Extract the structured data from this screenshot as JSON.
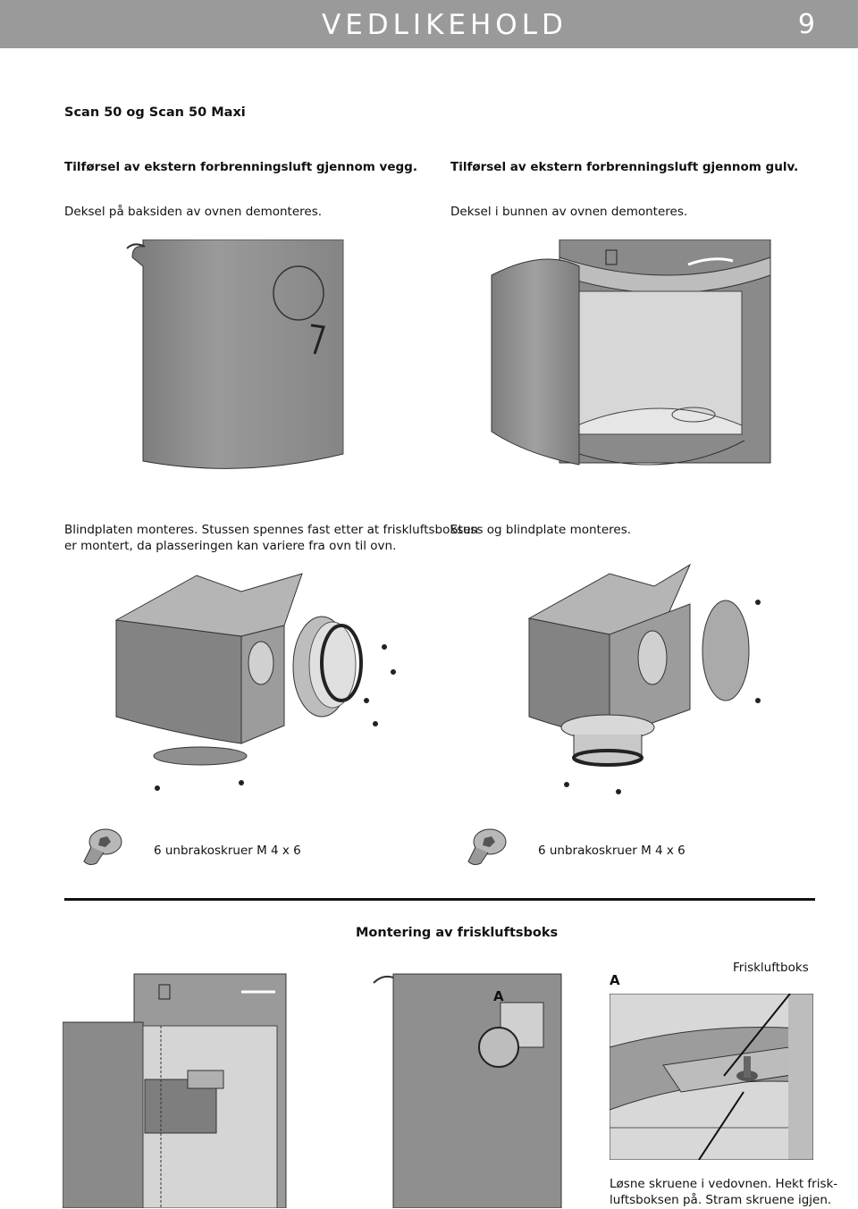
{
  "header": {
    "title": "VEDLIKEHOLD",
    "page_number": "9"
  },
  "section_title": "Scan 50 og Scan 50 Maxi",
  "left": {
    "heading": "Tilførsel av ekstern forbrenningsluft gjennom vegg.",
    "caption": "Deksel på baksiden av ovnen demonteres.",
    "step_line1": "Blindplaten monteres. Stussen spennes fast etter at friskluftsboksen",
    "step_line2": "er montert, da plasseringen kan variere fra ovn til ovn.",
    "screws": "6 unbrakoskruer  M 4 x 6"
  },
  "right": {
    "heading": "Tilførsel av ekstern forbrenningsluft gjennom gulv.",
    "caption": "Deksel i bunnen av ovnen demonteres.",
    "step": "Stuss og blindplate monteres.",
    "screws": "6 unbrakoskruer  M 4 x 6"
  },
  "mounting": {
    "title": "Montering av friskluftsboks",
    "marker_a": "A",
    "detail_label": "A",
    "friskluft_label": "Friskluftboks",
    "note_line1": "Løsne skruene i vedovnen. Hekt frisk-",
    "note_line2": "luftsboksen på. Stram skruene igjen."
  },
  "colors": {
    "header": "#9a9a9a",
    "metal": "#8e8e8e",
    "metal_dark": "#6f6f6f",
    "metal_light": "#c4c4c4"
  }
}
